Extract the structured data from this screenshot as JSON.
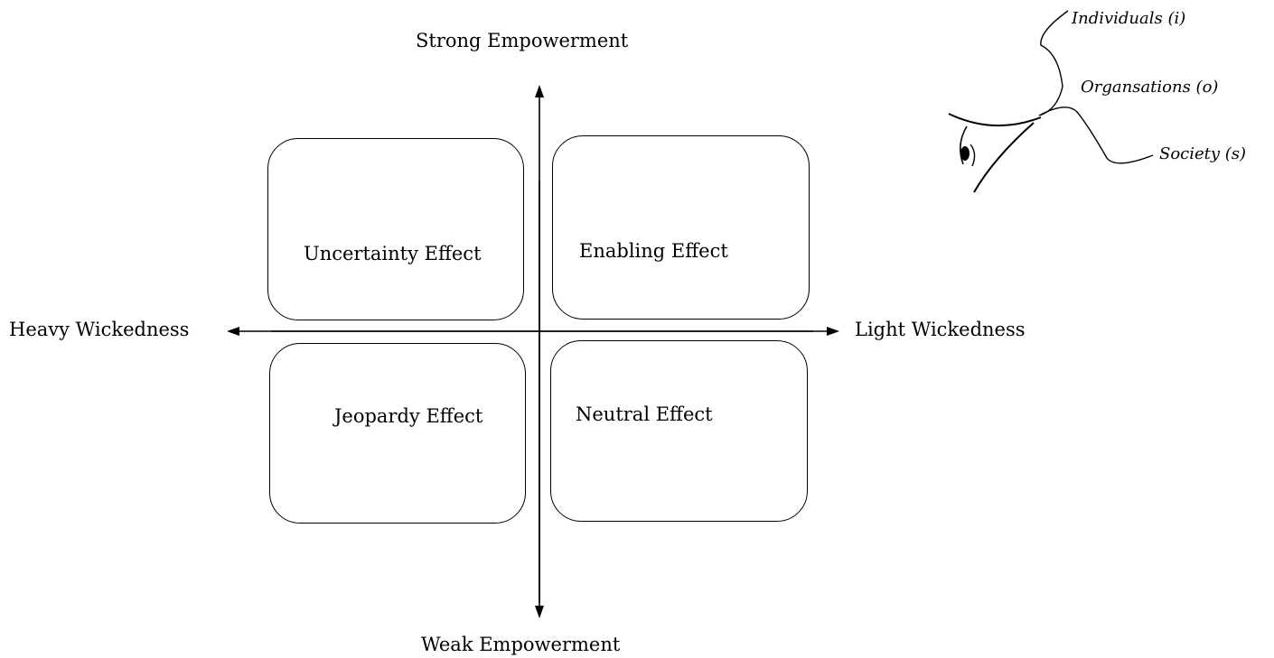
{
  "axes": {
    "top": "Strong Empowerment",
    "bottom": "Weak Empowerment",
    "left": "Heavy Wickedness",
    "right": "Light Wickedness"
  },
  "quadrants": {
    "top_left": "Uncertainty Effect",
    "top_right": "Enabling Effect",
    "bottom_left": "Jeopardy Effect",
    "bottom_right": "Neutral Effect"
  },
  "perspective": {
    "icon": "eye-icon",
    "levels": [
      "Individuals (i)",
      "Organsations (o)",
      "Society (s)"
    ]
  }
}
